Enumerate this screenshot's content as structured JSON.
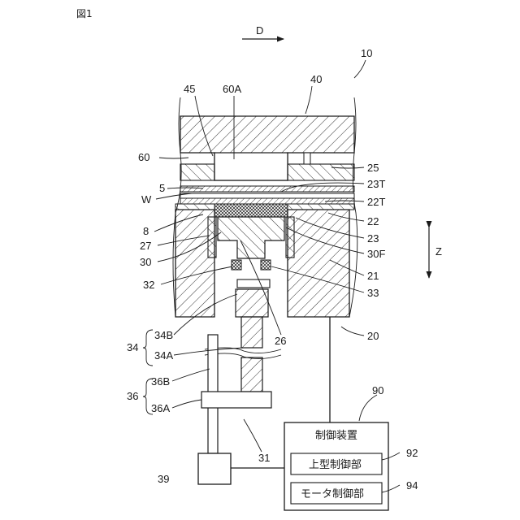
{
  "figure_title": "図1",
  "direction_labels": {
    "d": "D",
    "z": "Z"
  },
  "reference_labels": {
    "r10": "10",
    "r40": "40",
    "r45": "45",
    "r60A": "60A",
    "r60": "60",
    "r5": "5",
    "rW": "W",
    "r25": "25",
    "r23T": "23T",
    "r22T": "22T",
    "r22": "22",
    "r23": "23",
    "r8": "8",
    "r27": "27",
    "r30": "30",
    "r30F": "30F",
    "r21": "21",
    "r32": "32",
    "r33": "33",
    "r34B": "34B",
    "r26": "26",
    "r20": "20",
    "r34": "34",
    "r34A": "34A",
    "r36": "36",
    "r36B": "36B",
    "r36A": "36A",
    "r31": "31",
    "r39": "39",
    "r90": "90",
    "r92": "92",
    "r94": "94"
  },
  "control_box": {
    "title": "制御装置",
    "upper_mold_control": "上型制御部",
    "motor_control": "モータ制御部"
  }
}
